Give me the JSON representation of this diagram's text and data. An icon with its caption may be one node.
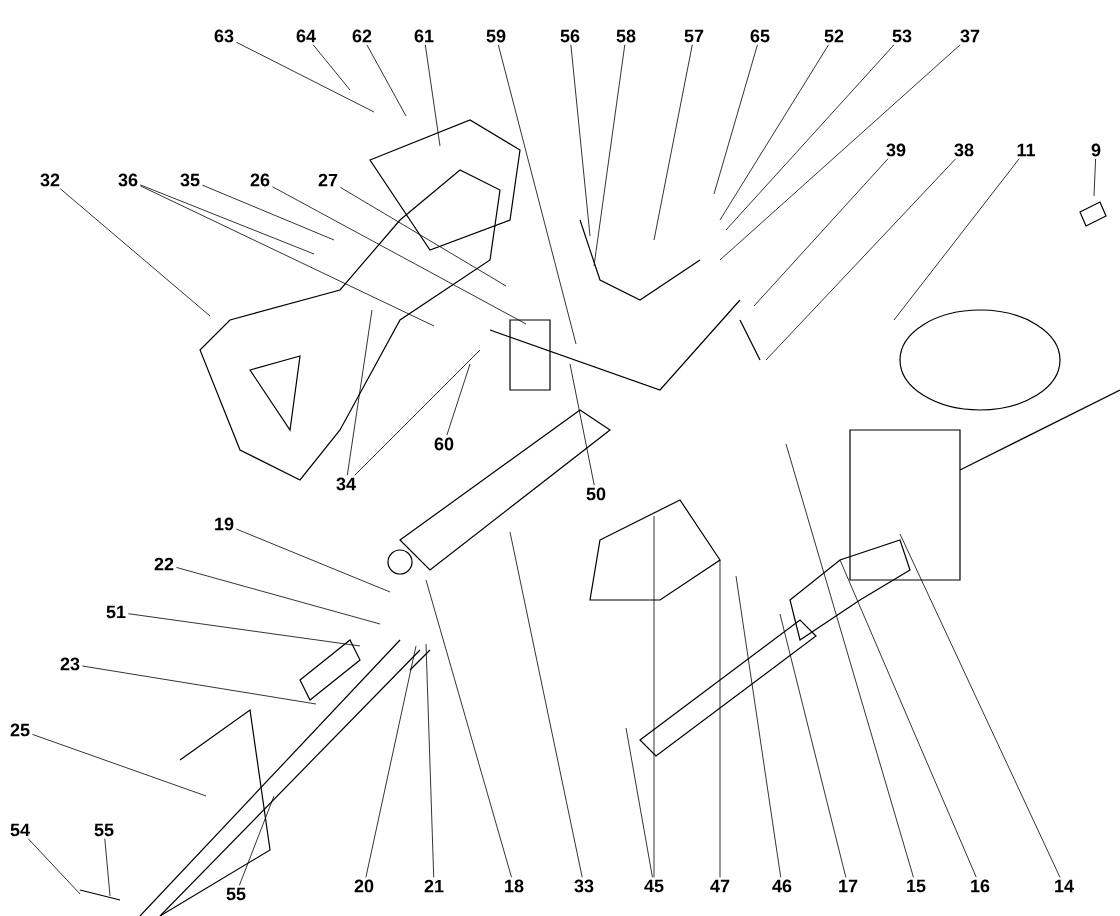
{
  "diagram": {
    "nodes": [
      {
        "text": [
          "63"
        ]
      },
      {
        "text": [
          "64"
        ]
      },
      {
        "text": [
          "62"
        ]
      },
      {
        "text": [
          "61"
        ]
      },
      {
        "text": [
          "59"
        ]
      },
      {
        "text": [
          "56"
        ]
      },
      {
        "text": [
          "58"
        ]
      },
      {
        "text": [
          "57"
        ]
      },
      {
        "text": [
          "65"
        ]
      },
      {
        "text": [
          "52"
        ]
      },
      {
        "text": [
          "53"
        ]
      },
      {
        "text": [
          "37"
        ]
      },
      {
        "text": [
          "32"
        ]
      },
      {
        "text": [
          "36"
        ]
      },
      {
        "text": [
          "35"
        ]
      },
      {
        "text": [
          "26"
        ]
      },
      {
        "text": [
          "27"
        ]
      },
      {
        "text": [
          "39"
        ]
      },
      {
        "text": [
          "38"
        ]
      },
      {
        "text": [
          "11"
        ]
      },
      {
        "text": [
          "9"
        ]
      },
      {
        "text": [
          "60"
        ]
      },
      {
        "text": [
          "34"
        ]
      },
      {
        "text": [
          "50"
        ]
      },
      {
        "text": [
          "19"
        ]
      },
      {
        "text": [
          "22"
        ]
      },
      {
        "text": [
          "51"
        ]
      },
      {
        "text": [
          "23"
        ]
      },
      {
        "text": [
          "25"
        ]
      },
      {
        "text": [
          "54"
        ]
      },
      {
        "text": [
          "55"
        ]
      },
      {
        "text": [
          "55"
        ]
      },
      {
        "text": [
          "20"
        ]
      },
      {
        "text": [
          "21"
        ]
      },
      {
        "text": [
          "18"
        ]
      },
      {
        "text": [
          "33"
        ]
      },
      {
        "text": [
          "45"
        ]
      },
      {
        "text": [
          "47"
        ]
      },
      {
        "text": [
          "46"
        ]
      },
      {
        "text": [
          "17"
        ]
      },
      {
        "text": [
          "15"
        ]
      },
      {
        "text": [
          "16"
        ]
      },
      {
        "text": [
          "14"
        ]
      }
    ],
    "edges": [
      {
        "from": 0,
        "to": null,
        "arrow": "none"
      },
      {
        "from": 1,
        "to": null,
        "arrow": "none"
      },
      {
        "from": 2,
        "to": null,
        "arrow": "none"
      },
      {
        "from": 3,
        "to": null,
        "arrow": "none"
      },
      {
        "from": 4,
        "to": null,
        "arrow": "none"
      },
      {
        "from": 5,
        "to": null,
        "arrow": "none"
      },
      {
        "from": 6,
        "to": null,
        "arrow": "none"
      },
      {
        "from": 7,
        "to": null,
        "arrow": "none"
      },
      {
        "from": 8,
        "to": null,
        "arrow": "none"
      },
      {
        "from": 9,
        "to": null,
        "arrow": "none"
      },
      {
        "from": 10,
        "to": null,
        "arrow": "none"
      },
      {
        "from": 11,
        "to": null,
        "arrow": "none"
      },
      {
        "from": 12,
        "to": null,
        "arrow": "none"
      },
      {
        "from": 13,
        "to": null,
        "arrow": "none"
      },
      {
        "from": 13,
        "to": null,
        "arrow": "none"
      },
      {
        "from": 14,
        "to": null,
        "arrow": "none"
      },
      {
        "from": 15,
        "to": null,
        "arrow": "none"
      },
      {
        "from": 16,
        "to": null,
        "arrow": "none"
      },
      {
        "from": 17,
        "to": null,
        "arrow": "none"
      },
      {
        "from": 18,
        "to": null,
        "arrow": "none"
      },
      {
        "from": 19,
        "to": null,
        "arrow": "none"
      },
      {
        "from": 20,
        "to": null,
        "arrow": "none"
      },
      {
        "from": 21,
        "to": null,
        "arrow": "none"
      },
      {
        "from": 22,
        "to": null,
        "arrow": "none"
      },
      {
        "from": 22,
        "to": null,
        "arrow": "none"
      },
      {
        "from": 23,
        "to": null,
        "arrow": "none"
      },
      {
        "from": 24,
        "to": null,
        "arrow": "none"
      },
      {
        "from": 25,
        "to": null,
        "arrow": "none"
      },
      {
        "from": 26,
        "to": null,
        "arrow": "none"
      },
      {
        "from": 27,
        "to": null,
        "arrow": "none"
      },
      {
        "from": 28,
        "to": null,
        "arrow": "none"
      },
      {
        "from": 29,
        "to": null,
        "arrow": "none"
      },
      {
        "from": 30,
        "to": null,
        "arrow": "none"
      },
      {
        "from": 31,
        "to": null,
        "arrow": "none"
      },
      {
        "from": 32,
        "to": null,
        "arrow": "none"
      },
      {
        "from": 33,
        "to": null,
        "arrow": "none"
      },
      {
        "from": 34,
        "to": null,
        "arrow": "none"
      },
      {
        "from": 35,
        "to": null,
        "arrow": "none"
      },
      {
        "from": 36,
        "to": null,
        "arrow": "none"
      },
      {
        "from": 36,
        "to": null,
        "arrow": "none"
      },
      {
        "from": 37,
        "to": null,
        "arrow": "none"
      },
      {
        "from": 38,
        "to": null,
        "arrow": "none"
      },
      {
        "from": 39,
        "to": null,
        "arrow": "none"
      },
      {
        "from": 40,
        "to": null,
        "arrow": "none"
      },
      {
        "from": 41,
        "to": null,
        "arrow": "none"
      },
      {
        "from": 42,
        "to": null,
        "arrow": "none"
      }
    ]
  }
}
